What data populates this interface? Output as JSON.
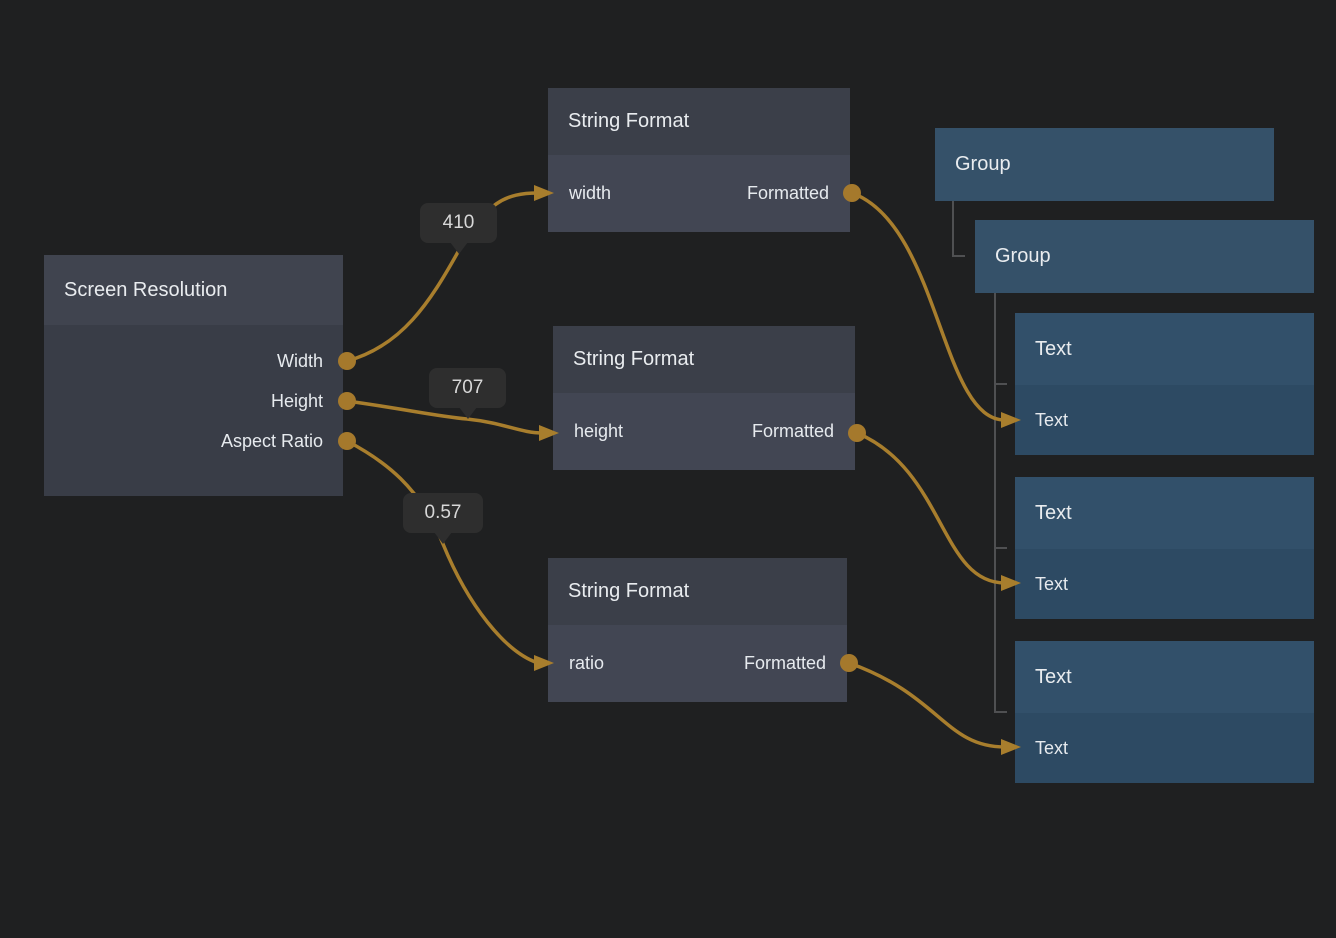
{
  "colors": {
    "background": "#1f2021",
    "wire": "#a87e2d",
    "port": "#a5792c",
    "badge_background": "#2e2e2e",
    "badge_text": "#d8d8d8",
    "tree_line": "#4f5052",
    "string_format_header": "#3b3f49",
    "string_format_body": "#424653",
    "source_header": "#40444f",
    "source_body": "#393d47",
    "group_fill": "#355169",
    "text_node_header": "#32506a",
    "text_node_body": "#2d4a63",
    "node_text": "#e9ecef"
  },
  "nodes": {
    "screen_resolution": {
      "title": "Screen Resolution",
      "outputs": [
        "Width",
        "Height",
        "Aspect Ratio"
      ]
    },
    "string_format_width": {
      "title": "String Format",
      "input": "width",
      "output": "Formatted"
    },
    "string_format_height": {
      "title": "String Format",
      "input": "height",
      "output": "Formatted"
    },
    "string_format_ratio": {
      "title": "String Format",
      "input": "ratio",
      "output": "Formatted"
    },
    "group_outer": {
      "title": "Group"
    },
    "group_inner": {
      "title": "Group"
    },
    "text_1": {
      "title": "Text",
      "input": "Text"
    },
    "text_2": {
      "title": "Text",
      "input": "Text"
    },
    "text_3": {
      "title": "Text",
      "input": "Text"
    }
  },
  "wire_values": {
    "width": "410",
    "height": "707",
    "ratio": "0.57"
  }
}
